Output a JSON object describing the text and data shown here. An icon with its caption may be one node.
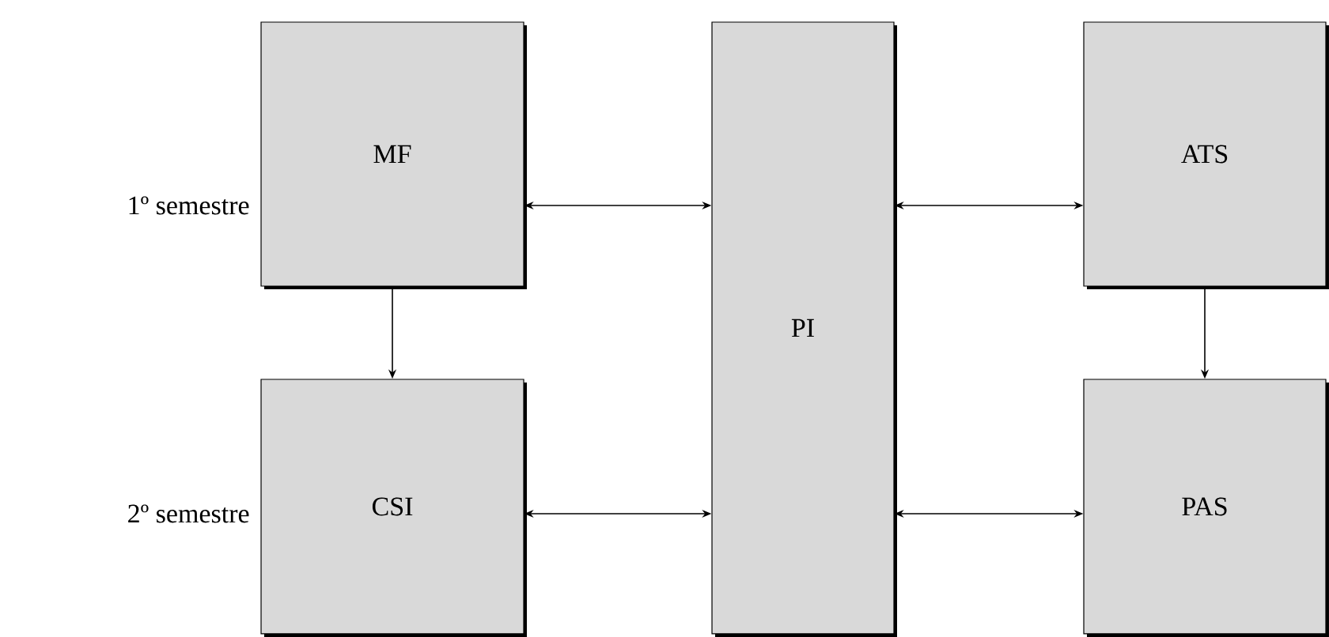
{
  "diagram": {
    "nodes": [
      {
        "text": [
          "MF"
        ]
      },
      {
        "text": [
          "PI"
        ]
      },
      {
        "text": [
          "ATS"
        ]
      },
      {
        "text": [
          "CSI"
        ]
      },
      {
        "text": [
          "PAS"
        ]
      }
    ],
    "edges": [
      {
        "from": 0,
        "to": 1,
        "arrow": "both"
      },
      {
        "from": 1,
        "to": 2,
        "arrow": "both"
      },
      {
        "from": 0,
        "to": 3,
        "arrow": "to"
      },
      {
        "from": 2,
        "to": 4,
        "arrow": "to"
      },
      {
        "from": 3,
        "to": 1,
        "arrow": "both"
      },
      {
        "from": 1,
        "to": 4,
        "arrow": "both"
      }
    ],
    "labels": [
      "1º semestre",
      "2º semestre"
    ]
  }
}
